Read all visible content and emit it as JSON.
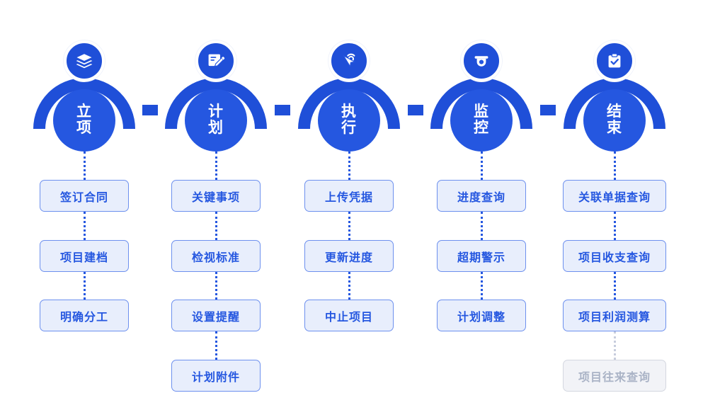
{
  "theme": {
    "primary": "#2557e0",
    "arc": "#1f4fd8",
    "task_fill": "#e8eefc",
    "task_border": "#6d90ee",
    "task_text": "#2557e0",
    "disabled_fill": "#f2f3f7",
    "disabled_border": "#d4d7e0",
    "disabled_text": "#aab3c6",
    "background": "#ffffff"
  },
  "stages": [
    {
      "id": "initiation",
      "label_chars": [
        "立",
        "项"
      ],
      "label": "立项",
      "icon": "layers-icon",
      "tasks": [
        {
          "label": "签订合同",
          "disabled": false
        },
        {
          "label": "项目建档",
          "disabled": false
        },
        {
          "label": "明确分工",
          "disabled": false
        }
      ]
    },
    {
      "id": "plan",
      "label_chars": [
        "计",
        "划"
      ],
      "label": "计划",
      "icon": "document-edit-icon",
      "tasks": [
        {
          "label": "关键事项",
          "disabled": false
        },
        {
          "label": "检视标准",
          "disabled": false
        },
        {
          "label": "设置提醒",
          "disabled": false
        },
        {
          "label": "计划附件",
          "disabled": false
        }
      ]
    },
    {
      "id": "execute",
      "label_chars": [
        "执",
        "行"
      ],
      "label": "执行",
      "icon": "cursor-click-icon",
      "tasks": [
        {
          "label": "上传凭据",
          "disabled": false
        },
        {
          "label": "更新进度",
          "disabled": false
        },
        {
          "label": "中止项目",
          "disabled": false
        }
      ]
    },
    {
      "id": "monitor",
      "label_chars": [
        "监",
        "控"
      ],
      "label": "监控",
      "icon": "surveillance-camera-icon",
      "tasks": [
        {
          "label": "进度查询",
          "disabled": false
        },
        {
          "label": "超期警示",
          "disabled": false
        },
        {
          "label": "计划调整",
          "disabled": false
        }
      ]
    },
    {
      "id": "end",
      "label_chars": [
        "结",
        "束"
      ],
      "label": "结束",
      "icon": "clipboard-check-icon",
      "tasks": [
        {
          "label": "关联单据查询",
          "disabled": false
        },
        {
          "label": "项目收支查询",
          "disabled": false
        },
        {
          "label": "项目利润测算",
          "disabled": false
        },
        {
          "label": "项目往来查询",
          "disabled": true
        }
      ]
    }
  ]
}
